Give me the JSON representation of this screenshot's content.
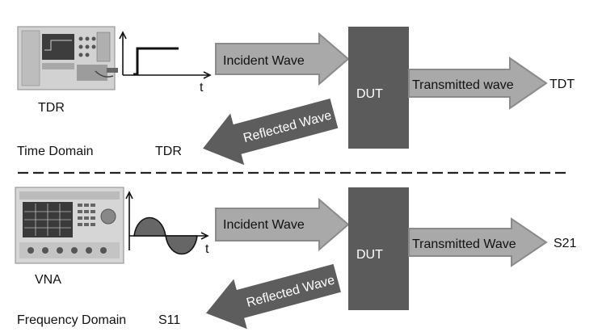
{
  "top_section": {
    "instrument_label": "TDR",
    "domain_label": "Time Domain",
    "axis_label": "t",
    "incident_wave": "Incident Wave",
    "device_label": "DUT",
    "transmitted_wave": "Transmitted wave",
    "transmitted_result": "TDT",
    "reflected_wave": "Reflected Wave",
    "reflected_result": "TDR"
  },
  "bottom_section": {
    "instrument_label": "VNA",
    "domain_label": "Frequency Domain",
    "axis_label": "t",
    "incident_wave": "Incident Wave",
    "device_label": "DUT",
    "transmitted_wave": "Transmitted Wave",
    "transmitted_result": "S21",
    "reflected_wave": "Reflected Wave",
    "reflected_result": "S11"
  },
  "colors": {
    "arrow_fill": "#a9a9a9",
    "arrow_stroke": "#8a8a8a",
    "dut_fill": "#5b5b5b",
    "wave_fill": "#666666",
    "dashed_line": "#222222"
  }
}
